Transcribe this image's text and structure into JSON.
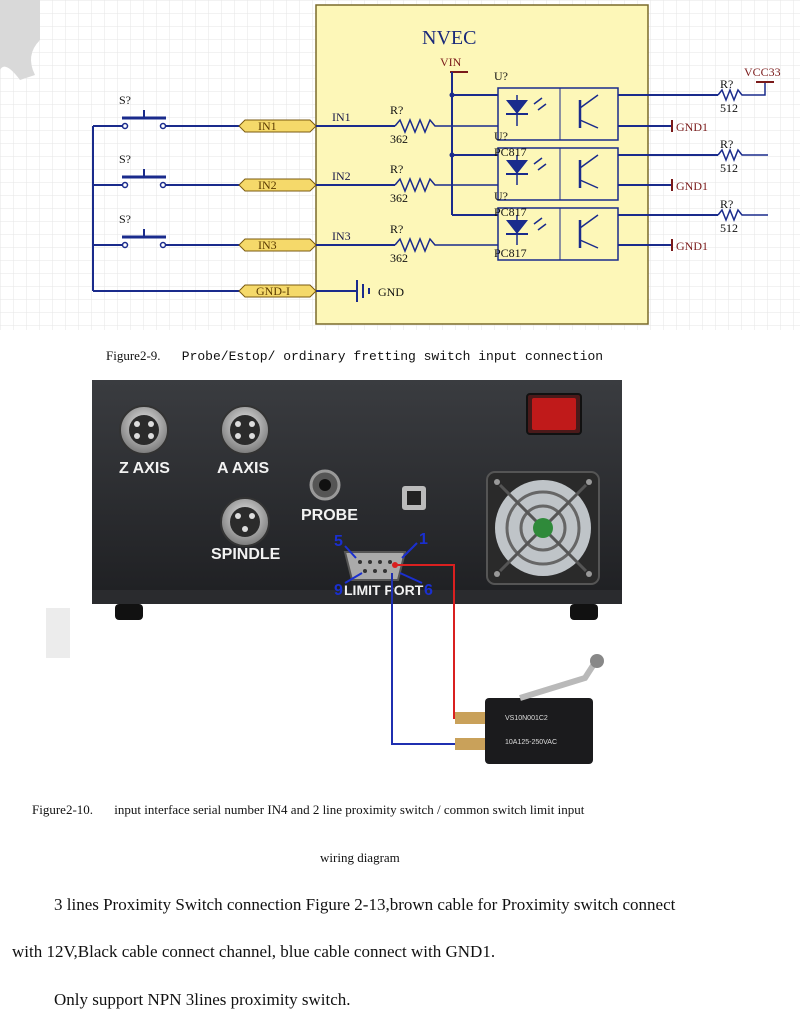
{
  "schematic": {
    "title": "NVEC",
    "vin": "VIN",
    "vcc": "VCC33",
    "gnd1": "GND1",
    "gnd": "GND",
    "gnd_i": "GND-I",
    "switch_label": "S?",
    "resistor_label": "R?",
    "optocoupler_label": "U?",
    "optocoupler_part": "PC817",
    "in_resistor_value": "362",
    "pull_resistor_value": "512",
    "inputs": [
      "IN1",
      "IN2",
      "IN3"
    ]
  },
  "figure_2_9": {
    "number": "Figure2-9.",
    "text": "Probe/Estop/ ordinary fretting switch input connection"
  },
  "photo": {
    "labels": {
      "z_axis": "Z AXIS",
      "a_axis": "A AXIS",
      "probe": "PROBE",
      "spindle": "SPINDLE",
      "limit_port": "LIMIT PORT",
      "pin5": "5",
      "pin1": "1",
      "pin9": "9",
      "pin6": "6",
      "switch_model": "VS10N001C2",
      "switch_rating": "10A125-250VAC"
    },
    "colors": {
      "red_wire": "#d92020",
      "blue_wire": "#1f2fb0",
      "pin_label": "#1a2fd0"
    }
  },
  "figure_2_10": {
    "number": "Figure2-10.",
    "text": "input interface serial number IN4 and 2 line proximity switch / common switch limit input",
    "text2": "wiring diagram"
  },
  "body": {
    "p1_line1": "3 lines Proximity Switch connection Figure 2-13,brown cable for Proximity switch connect",
    "p1_line2": "with 12V,Black cable connect channel, blue cable connect with GND1.",
    "p2": "Only support NPN 3lines proximity switch."
  }
}
